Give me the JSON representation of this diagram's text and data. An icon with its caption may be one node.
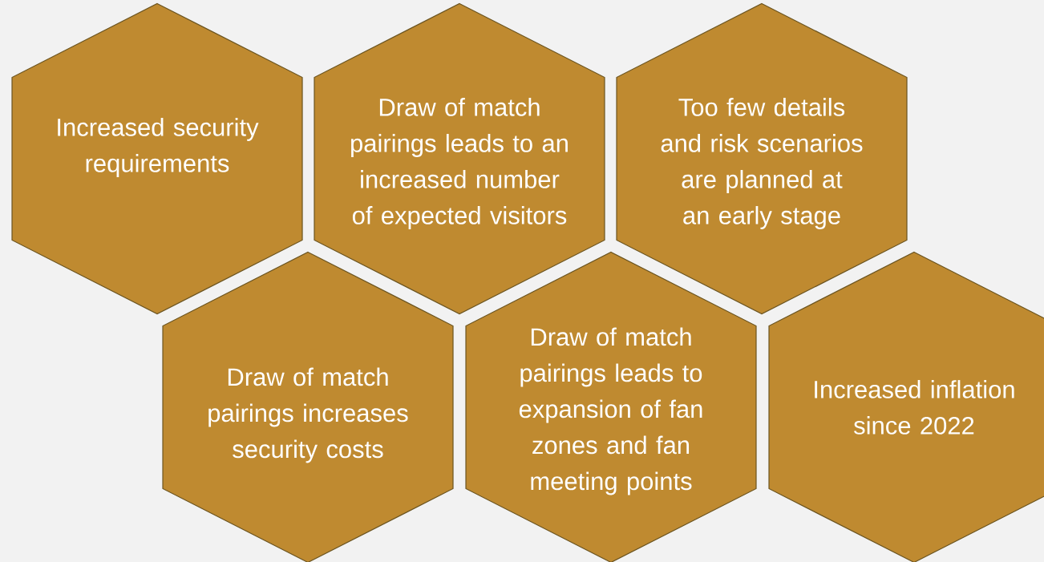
{
  "diagram": {
    "nodes": [
      {
        "text": [
          "Increased security requirements"
        ]
      },
      {
        "text": [
          "Draw of match pairings leads to an increased number of expected visitors"
        ]
      },
      {
        "text": [
          "Too few details and risk scenarios are planned at an early stage"
        ]
      },
      {
        "text": [
          "Draw of match pairings increases security costs"
        ]
      },
      {
        "text": [
          "Draw of match pairings leads to expansion of fan zones and fan meeting points"
        ]
      },
      {
        "text": [
          "Increased inflation since 2022"
        ]
      }
    ]
  }
}
